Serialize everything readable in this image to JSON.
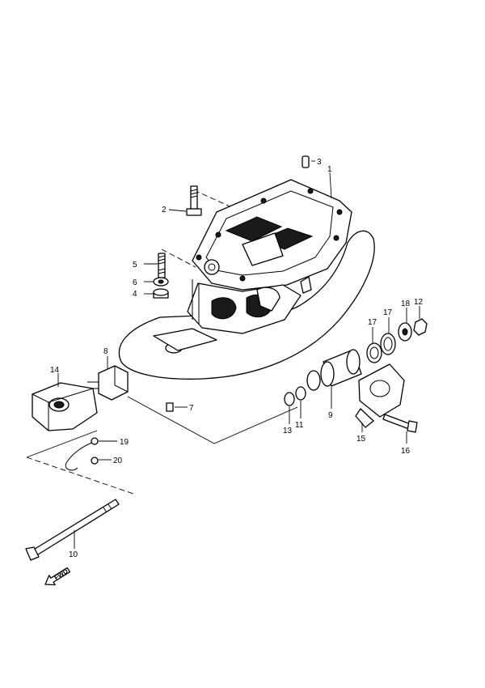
{
  "diagram": {
    "callouts": [
      {
        "id": "c1",
        "number": "1"
      },
      {
        "id": "c2",
        "number": "2"
      },
      {
        "id": "c3",
        "number": "3"
      },
      {
        "id": "c4",
        "number": "4"
      },
      {
        "id": "c5",
        "number": "5"
      },
      {
        "id": "c6",
        "number": "6"
      },
      {
        "id": "c7",
        "number": "7"
      },
      {
        "id": "c8",
        "number": "8"
      },
      {
        "id": "c9",
        "number": "9"
      },
      {
        "id": "c10",
        "number": "10"
      },
      {
        "id": "c11",
        "number": "11"
      },
      {
        "id": "c12",
        "number": "12"
      },
      {
        "id": "c13",
        "number": "13"
      },
      {
        "id": "c14",
        "number": "14"
      },
      {
        "id": "c15",
        "number": "15"
      },
      {
        "id": "c16",
        "number": "16"
      },
      {
        "id": "c17a",
        "number": "17"
      },
      {
        "id": "c17b",
        "number": "17"
      },
      {
        "id": "c18",
        "number": "18"
      },
      {
        "id": "c19",
        "number": "19"
      },
      {
        "id": "c20",
        "number": "20"
      }
    ],
    "forward_arrow_text": "FWD"
  }
}
